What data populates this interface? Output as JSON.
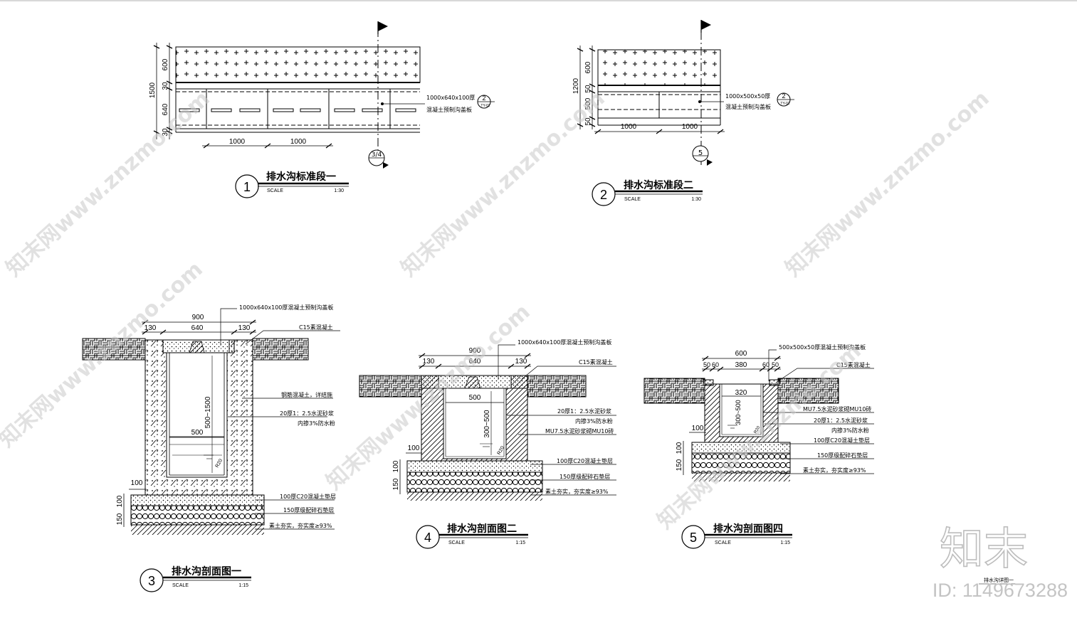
{
  "drawing_title": "排水沟详图一",
  "id_text": "ID: 1149673288",
  "brand_logo": "知末",
  "watermark_text": "知末网www.znzmo.com",
  "scale_label": "SCALE",
  "details": [
    {
      "num": "1",
      "title": "排水沟标准段一",
      "scale": "1:30",
      "dims_left": [
        "1500",
        "600",
        "30",
        "640",
        "30"
      ],
      "dims_bottom": [
        "1000",
        "1000"
      ],
      "callout_line1": "1000x640x100厚",
      "callout_line2": "混凝土预制沟盖板",
      "callout_ref_num": "2",
      "callout_ref_sheet": "TY-02",
      "section_marker": "3/4"
    },
    {
      "num": "2",
      "title": "排水沟标准段二",
      "scale": "1:30",
      "dims_left": [
        "1200",
        "600",
        "50",
        "500",
        "50"
      ],
      "dims_bottom": [
        "1000",
        "1000"
      ],
      "callout_line1": "1000x500x50厚",
      "callout_line2": "混凝土预制沟盖板",
      "callout_ref_num": "2",
      "callout_ref_sheet": "TY-02",
      "section_marker": "5"
    },
    {
      "num": "3",
      "title": "排水沟剖面图一",
      "scale": "1:15",
      "dims_top": [
        "900",
        "130",
        "640",
        "130"
      ],
      "dim_inner": "500",
      "dim_depth": "500~1500",
      "dim_side": "100",
      "dims_base": [
        "150",
        "100"
      ],
      "notes": [
        "1000x640x100厚混凝土预制沟盖板",
        "C15素混凝土",
        "钢筋混凝土，详结施",
        "20厚1：2.5水泥砂浆",
        "内掺3%防水粉",
        "100厚C20混凝土垫层",
        "150厚级配碎石垫层",
        "素土夯实，夯实度≥93%"
      ]
    },
    {
      "num": "4",
      "title": "排水沟剖面图二",
      "scale": "1:15",
      "dims_top": [
        "900",
        "130",
        "640",
        "130"
      ],
      "dim_inner": "500",
      "dim_depth": "300~500",
      "dim_side": "100",
      "dims_base": [
        "150",
        "100"
      ],
      "notes": [
        "1000x640x100厚混凝土预制沟盖板",
        "C15素混凝土",
        "20厚1：2.5水泥砂浆",
        "内掺3%防水粉",
        "MU7.5水泥砂浆砌MU10砖",
        "100厚C20混凝土垫层",
        "150厚级配碎石垫层",
        "素土夯实，夯实度≥93%"
      ]
    },
    {
      "num": "5",
      "title": "排水沟剖面图四",
      "scale": "1:15",
      "dims_top": [
        "600",
        "50",
        "60",
        "380",
        "60",
        "50"
      ],
      "dim_inner": "320",
      "dim_depth": "300~500",
      "dim_side": "100",
      "dims_base": [
        "150",
        "100"
      ],
      "notes": [
        "500x500x50厚混凝土预制沟盖板",
        "C15素混凝土",
        "MU7.5水泥砂浆砌MU10砖",
        "20厚1：2.5水泥砂浆",
        "内掺3%防水粉",
        "100厚C20混凝土垫层",
        "150厚级配碎石垫层",
        "素土夯实，夯实度≥93%"
      ]
    }
  ]
}
